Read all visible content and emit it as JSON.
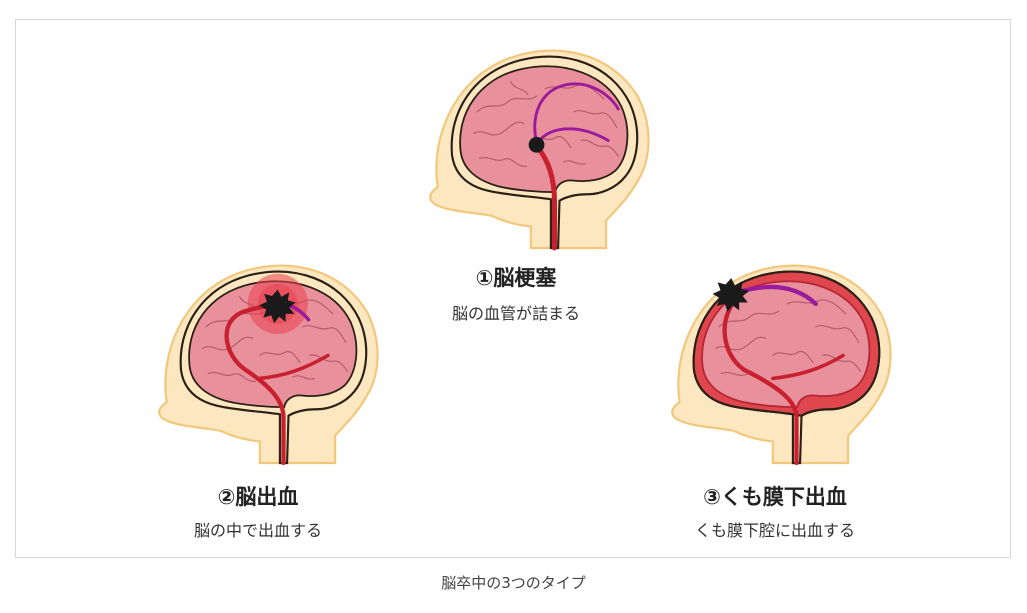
{
  "types": [
    {
      "title": "①脳梗塞",
      "desc": "脳の血管が詰まる"
    },
    {
      "title": "②脳出血",
      "desc": "脳の中で出血する"
    },
    {
      "title": "③くも膜下出血",
      "desc": "くも膜下腔に出血する"
    }
  ],
  "caption": "脳卒中の3つのタイプ",
  "colors": {
    "skin": "#fce7c0",
    "skull_outline": "#f2c77a",
    "brain": "#e8909c",
    "vessel": "#c8202f",
    "blocked_vessel": "#9b1a9b",
    "clot": "#1a1a1a",
    "hemorrhage_halo": "#e8424e"
  },
  "icons": [
    "brain-illustration",
    "clot-icon",
    "bleed-icon"
  ]
}
